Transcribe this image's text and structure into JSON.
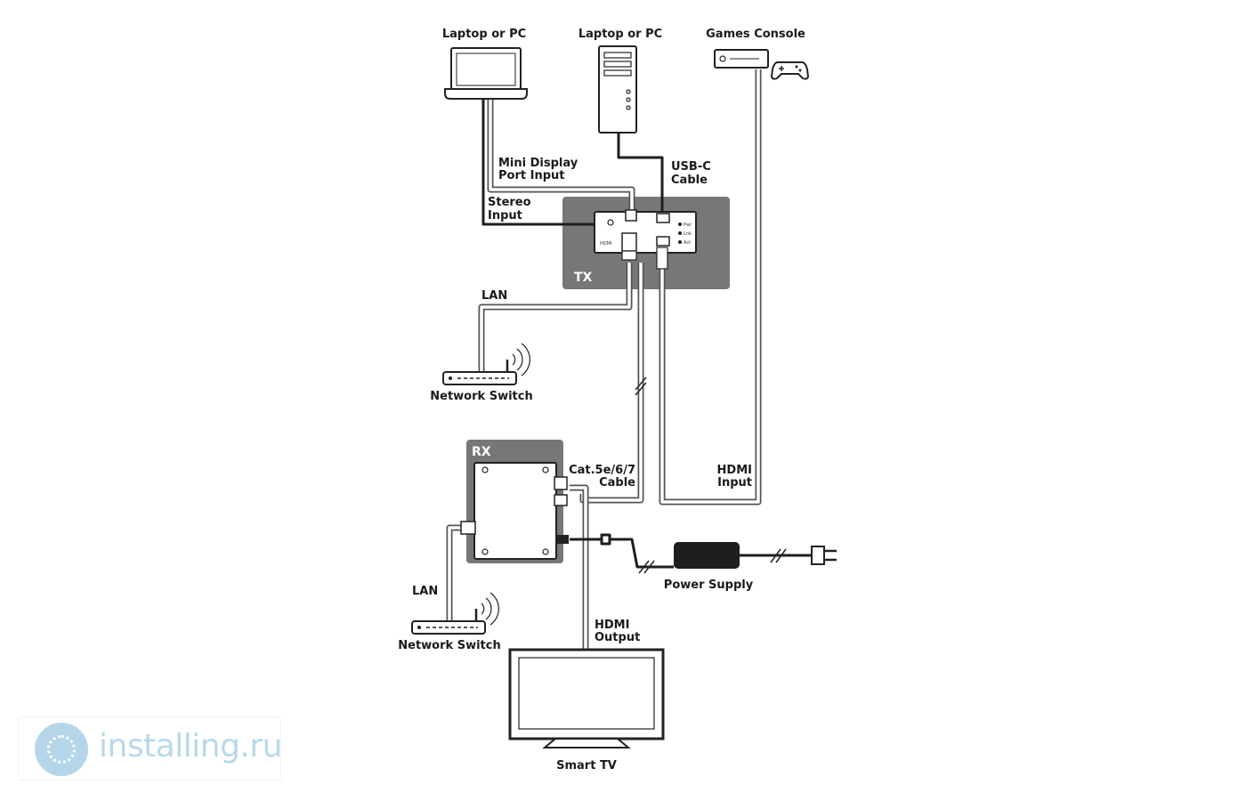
{
  "labels": {
    "laptop_left": "Laptop or PC",
    "laptop_pc_tower": "Laptop or PC",
    "games_console": "Games Console",
    "mini_display_l1": "Mini Display",
    "mini_display_l2": "Port Input",
    "usbc_l1": "USB-C",
    "usbc_l2": "Cable",
    "stereo_l1": "Stereo",
    "stereo_l2": "Input",
    "tx": "TX",
    "lan_top": "LAN",
    "network_switch_top": "Network Switch",
    "rx": "RX",
    "cat_l1": "Cat.5e/6/7",
    "cat_l2": "Cable",
    "hdmi_in_l1": "HDMI",
    "hdmi_in_l2": "Input",
    "power_supply": "Power Supply",
    "lan_bottom": "LAN",
    "network_switch_bottom": "Network Switch",
    "hdmi_out_l1": "HDMI",
    "hdmi_out_l2": "Output",
    "smart_tv": "Smart TV"
  },
  "watermark": {
    "text": "installing.ru"
  },
  "colors": {
    "panel": "#777777",
    "cable_outline": "#555555",
    "watermark": "#b9d8ea"
  }
}
